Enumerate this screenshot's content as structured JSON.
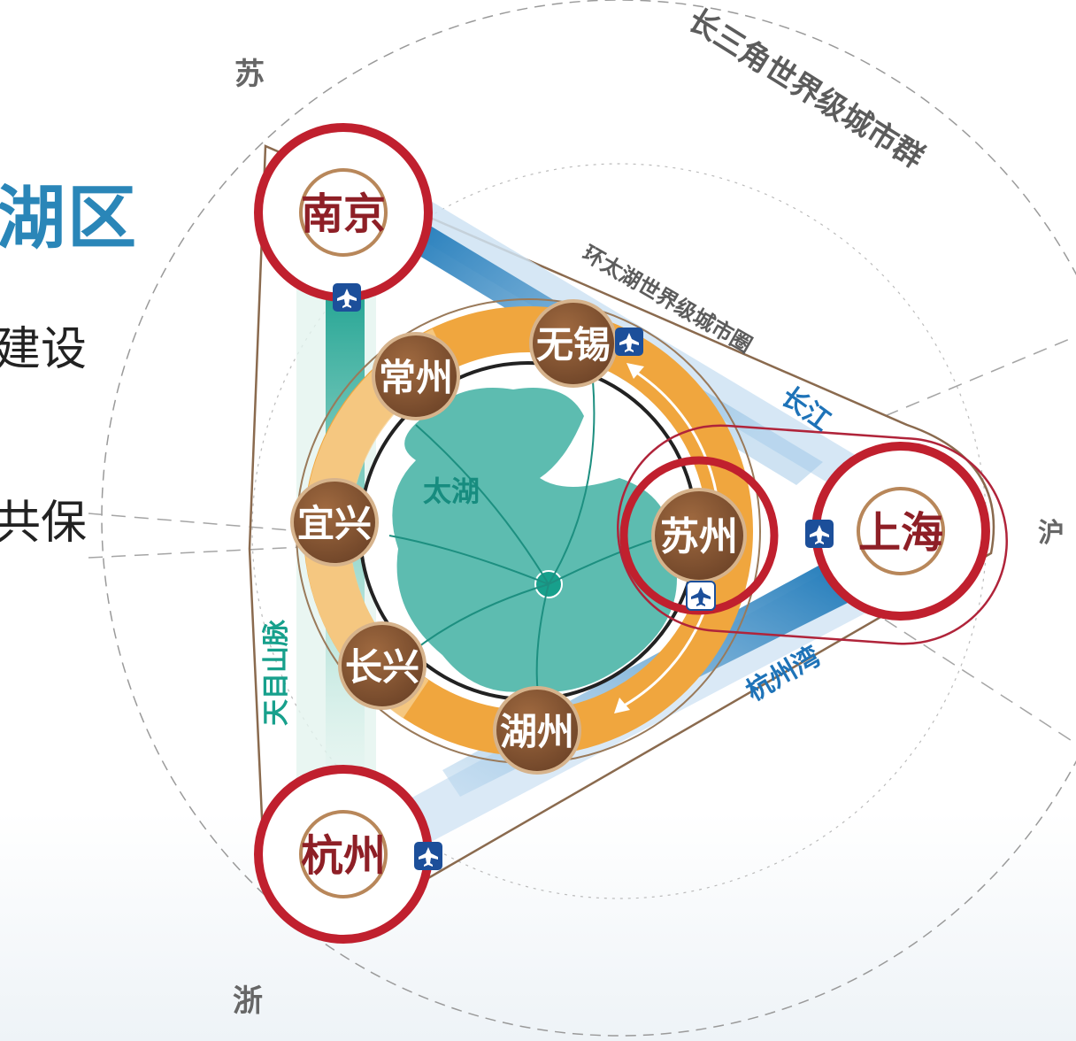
{
  "left_text": {
    "heading_fragment": "湖区",
    "line1_fragment": "建设",
    "line2_fragment": "共保"
  },
  "regions": {
    "jiangsu": "苏",
    "zhejiang": "浙",
    "shanghai": "沪"
  },
  "arcs": {
    "outer": "长三角世界级城市群",
    "inner": "环太湖世界级城市圈"
  },
  "water": {
    "lake": "太湖",
    "yangtze": "长江",
    "hangzhou_bay": "杭州湾",
    "tianmu_mountains": "天目山脉"
  },
  "hub_cities": {
    "nanjing": "南京",
    "shanghai": "上海",
    "hangzhou": "杭州"
  },
  "ring_cities": {
    "wuxi": "无锡",
    "changzhou": "常州",
    "yixing": "宜兴",
    "changxing": "长兴",
    "huzhou": "湖州",
    "suzhou": "苏州"
  },
  "colors": {
    "hub_ring": "#c0202e",
    "city_fill": "#8a5a35",
    "city_ring": "#b8875a",
    "lake": "#5dbcb0",
    "orange_ring": "#f0a63e",
    "blue_band": "#1e73b8",
    "teal_band": "#1aa593",
    "heading": "#2a86b8"
  },
  "icons": [
    "airplane-icon"
  ]
}
